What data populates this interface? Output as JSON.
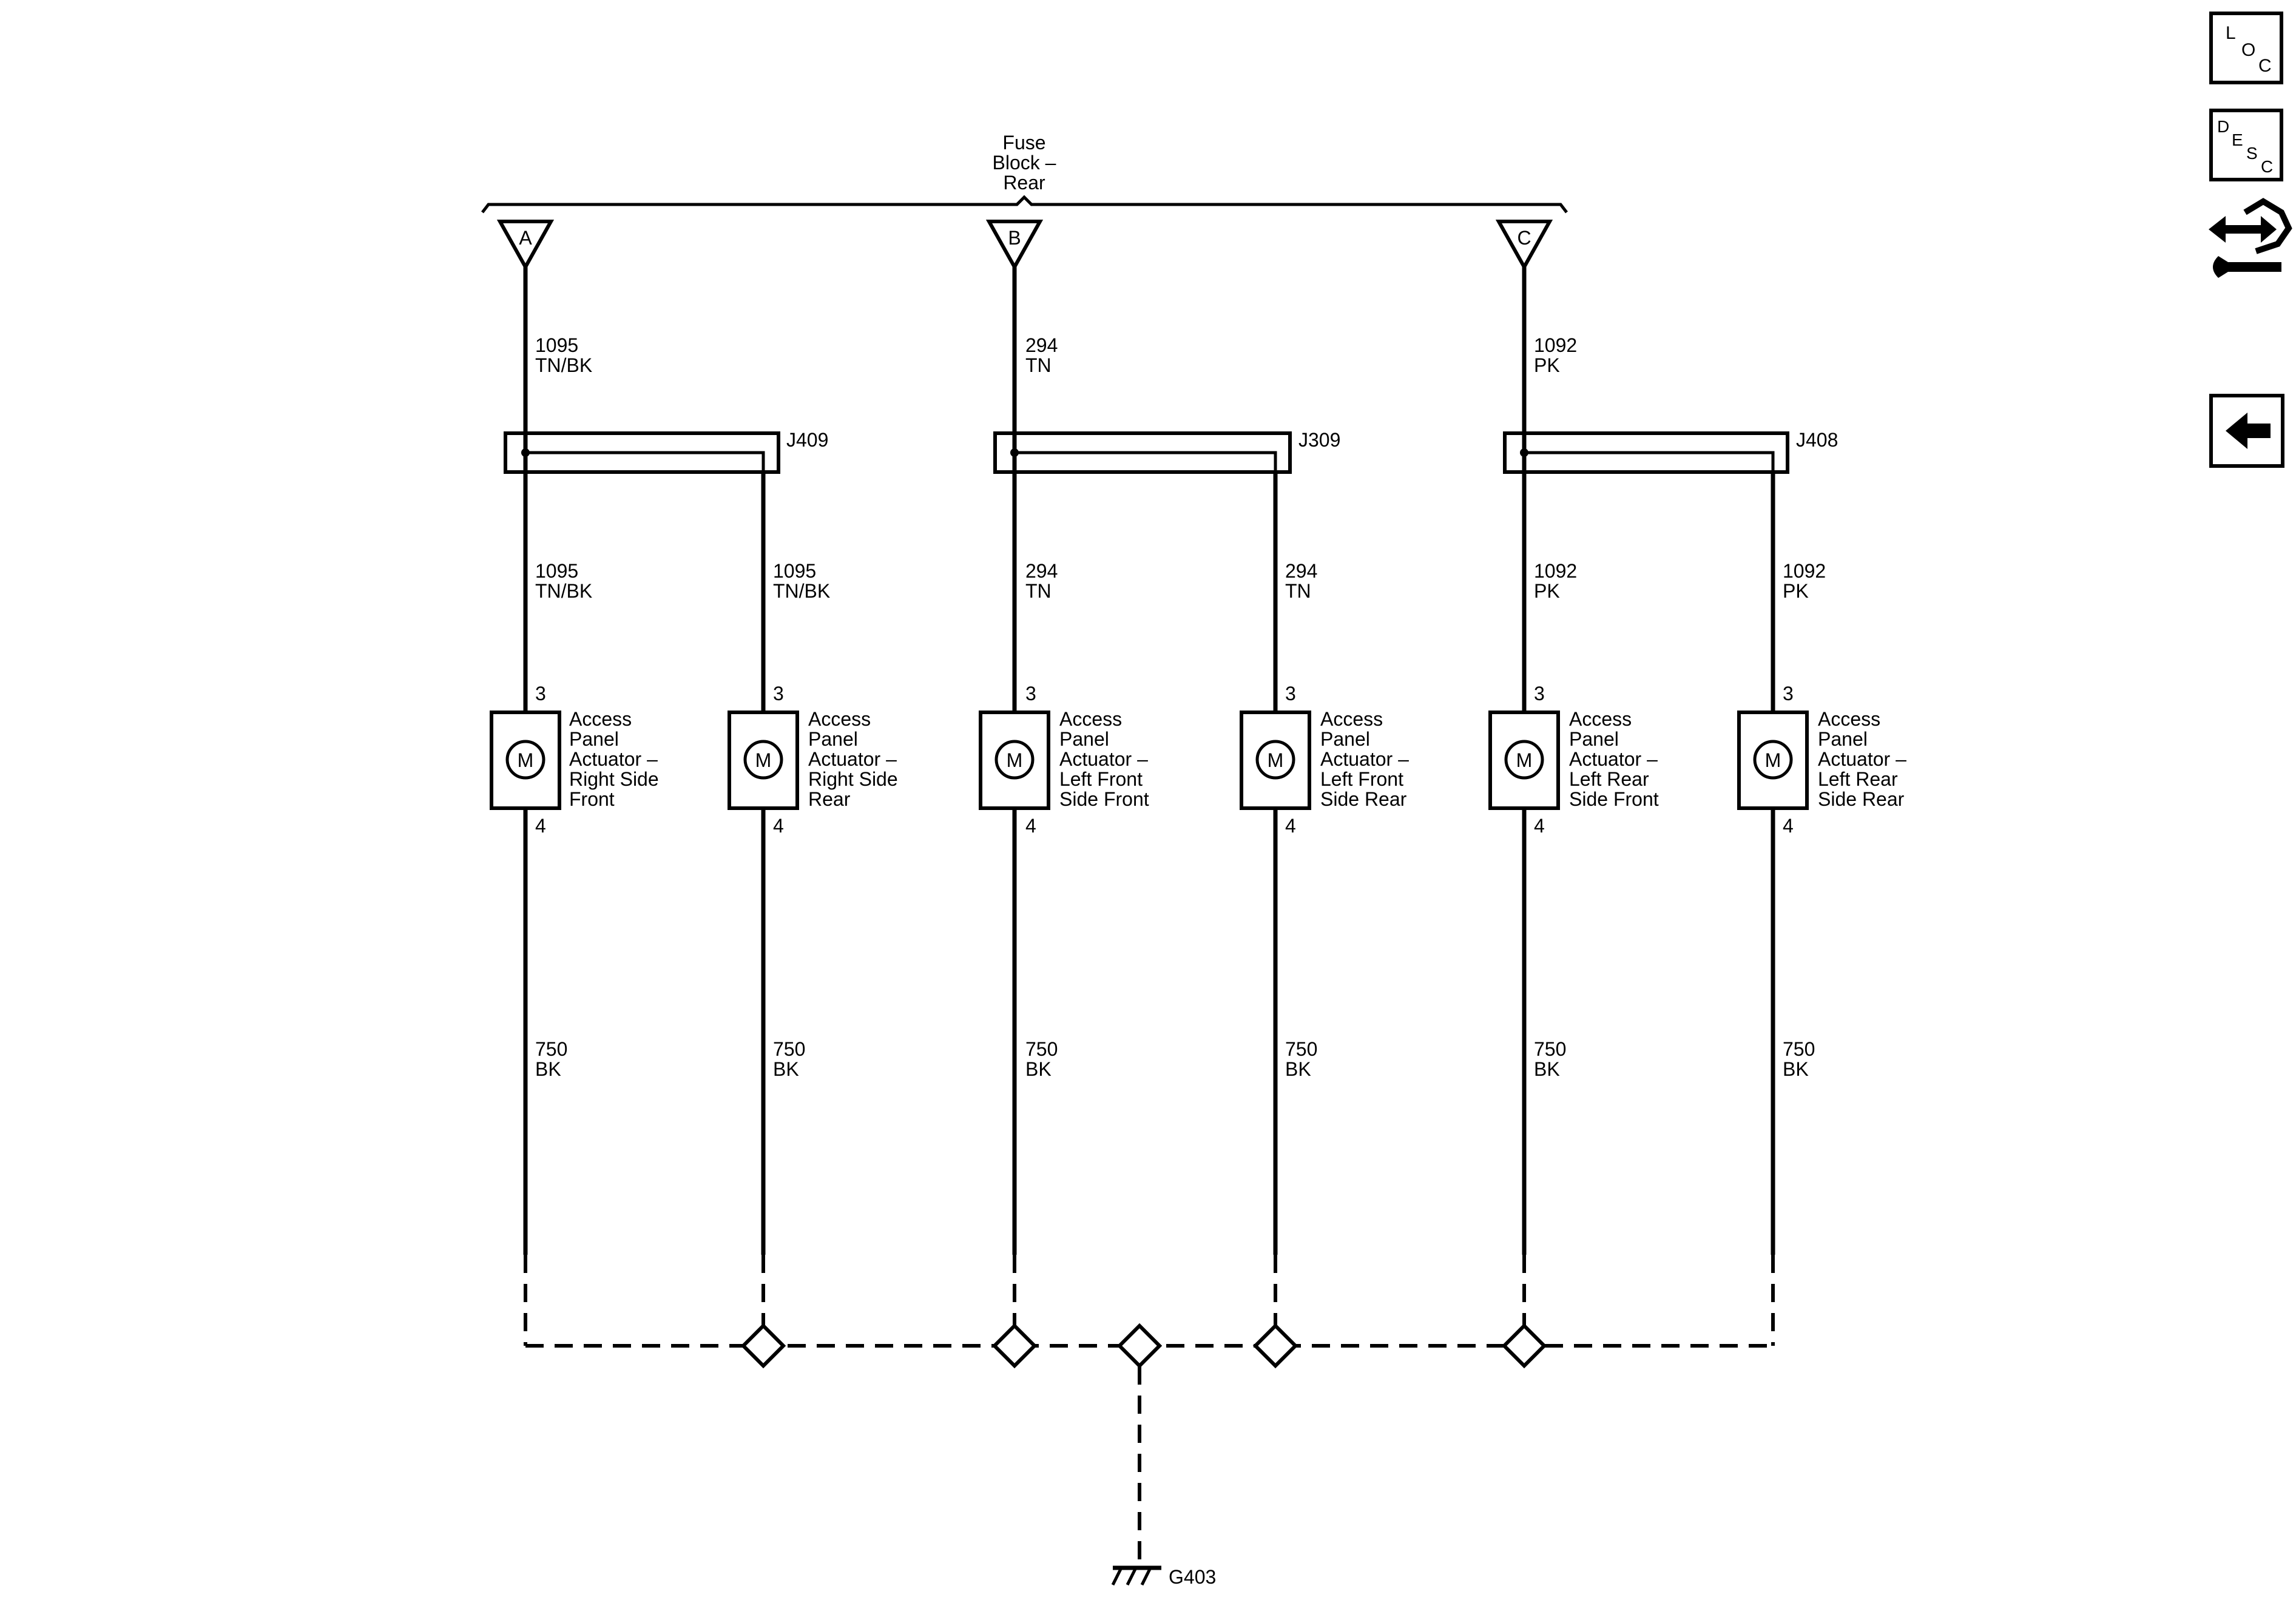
{
  "fuse_block": {
    "name_lines": [
      "Fuse",
      "Block –",
      "Rear"
    ],
    "terminals": [
      "A",
      "B",
      "C"
    ]
  },
  "circuits": [
    {
      "terminal": "A",
      "upper": {
        "circuit": "1095",
        "color": "TN/BK"
      },
      "splice": "J409"
    },
    {
      "terminal": "B",
      "upper": {
        "circuit": "294",
        "color": "TN"
      },
      "splice": "J309"
    },
    {
      "terminal": "C",
      "upper": {
        "circuit": "1092",
        "color": "PK"
      },
      "splice": "J408"
    }
  ],
  "actuators": [
    {
      "feed_circuit": "1095",
      "feed_color": "TN/BK",
      "pin_top": "3",
      "pin_bottom": "4",
      "symbol": "M",
      "name_lines": [
        "Access",
        "Panel",
        "Actuator –",
        "Right Side",
        "Front"
      ],
      "ground_circuit": "750",
      "ground_color": "BK"
    },
    {
      "feed_circuit": "1095",
      "feed_color": "TN/BK",
      "pin_top": "3",
      "pin_bottom": "4",
      "symbol": "M",
      "name_lines": [
        "Access",
        "Panel",
        "Actuator –",
        "Right Side",
        "Rear"
      ],
      "ground_circuit": "750",
      "ground_color": "BK"
    },
    {
      "feed_circuit": "294",
      "feed_color": "TN",
      "pin_top": "3",
      "pin_bottom": "4",
      "symbol": "M",
      "name_lines": [
        "Access",
        "Panel",
        "Actuator –",
        "Left Front",
        "Side Front"
      ],
      "ground_circuit": "750",
      "ground_color": "BK"
    },
    {
      "feed_circuit": "294",
      "feed_color": "TN",
      "pin_top": "3",
      "pin_bottom": "4",
      "symbol": "M",
      "name_lines": [
        "Access",
        "Panel",
        "Actuator –",
        "Left Front",
        "Side Rear"
      ],
      "ground_circuit": "750",
      "ground_color": "BK"
    },
    {
      "feed_circuit": "1092",
      "feed_color": "PK",
      "pin_top": "3",
      "pin_bottom": "4",
      "symbol": "M",
      "name_lines": [
        "Access",
        "Panel",
        "Actuator –",
        "Left Rear",
        "Side Front"
      ],
      "ground_circuit": "750",
      "ground_color": "BK"
    },
    {
      "feed_circuit": "1092",
      "feed_color": "PK",
      "pin_top": "3",
      "pin_bottom": "4",
      "symbol": "M",
      "name_lines": [
        "Access",
        "Panel",
        "Actuator –",
        "Left Rear",
        "Side Rear"
      ],
      "ground_circuit": "750",
      "ground_color": "BK"
    }
  ],
  "ground": {
    "label": "G403"
  },
  "nav": {
    "loc": {
      "letters": [
        "L",
        "O",
        "C"
      ],
      "icon": "loc-icon"
    },
    "desc": {
      "letters": [
        "D",
        "E",
        "S",
        "C"
      ],
      "icon": "desc-icon"
    },
    "connector_icon": "connector-wrench-icon",
    "back_icon": "back-arrow-icon"
  }
}
